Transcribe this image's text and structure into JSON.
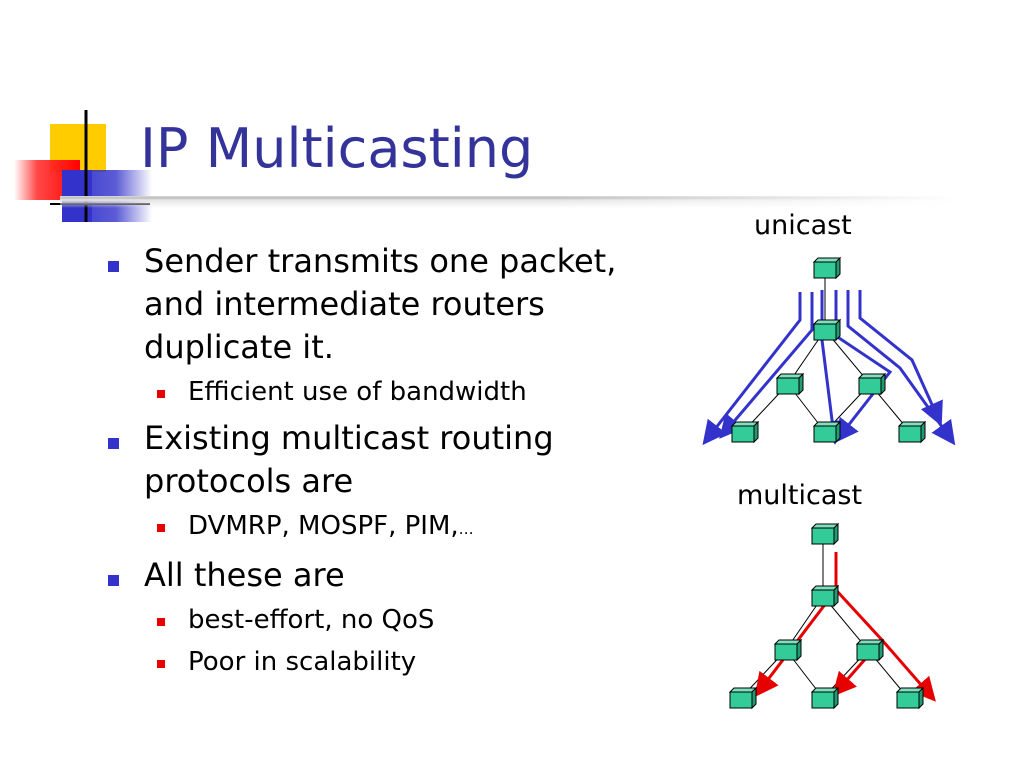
{
  "slide": {
    "title": "IP Multicasting",
    "bullets": [
      {
        "text": "Sender transmits one packet, and intermediate routers duplicate it.",
        "lines": [
          "Sender transmits one packet,",
          "and intermediate routers",
          "duplicate it."
        ],
        "subs": [
          {
            "text": "Efficient use of bandwidth"
          }
        ]
      },
      {
        "text": "Existing multicast routing protocols are",
        "lines": [
          "Existing multicast routing",
          "protocols are"
        ],
        "subs": [
          {
            "text": "DVMRP, MOSPF, PIM,",
            "suffix": "…"
          }
        ]
      },
      {
        "text": "All these are",
        "lines": [
          "All these are"
        ],
        "subs": [
          {
            "text": "best-effort, no QoS"
          },
          {
            "text": "Poor in scalability"
          }
        ]
      }
    ]
  },
  "diagrams": {
    "unicast": {
      "label": "unicast",
      "node_color": "#33cc99",
      "arrow_color": "#3333cc",
      "stream_count": 6
    },
    "multicast": {
      "label": "multicast",
      "node_color": "#33cc99",
      "arrow_color": "#e60000",
      "stream_count": 1
    }
  },
  "colors": {
    "title": "#333399",
    "bullet_level1": "#3333cc",
    "bullet_level2": "#e60000"
  },
  "icons": {
    "logo": "decorative-squares-and-crosshair"
  }
}
